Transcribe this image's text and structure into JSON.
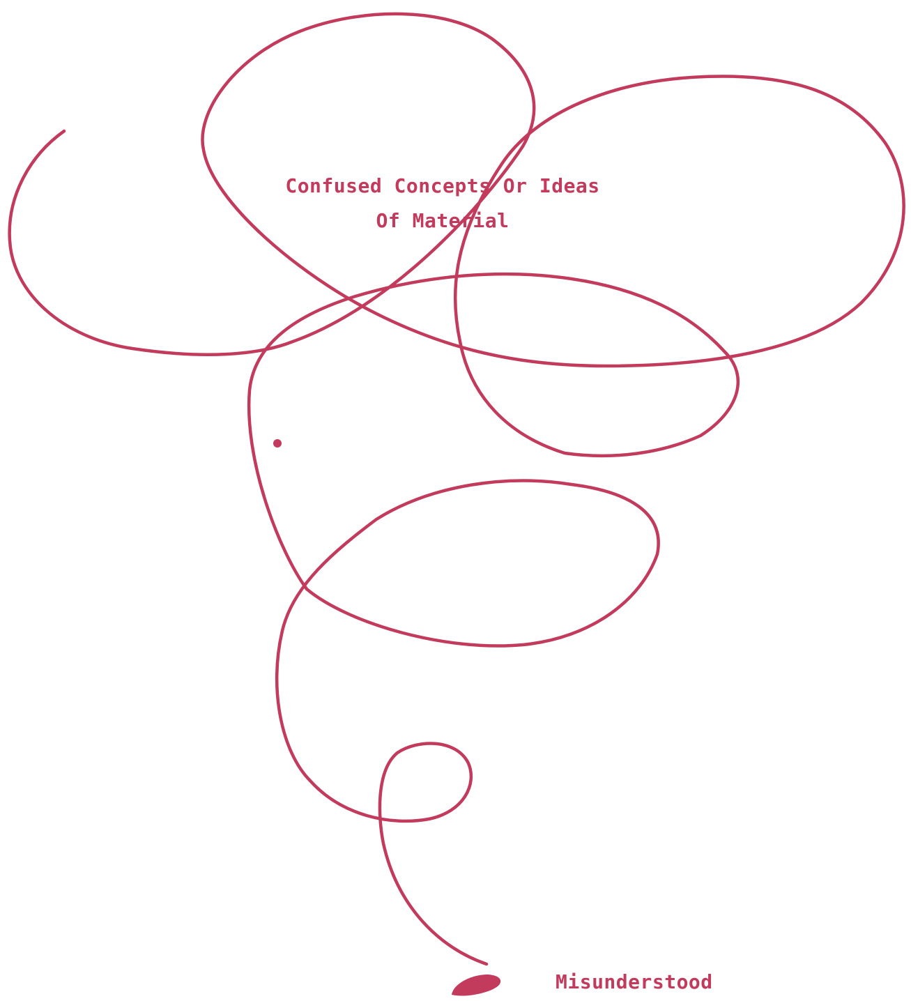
{
  "colors": {
    "ink": "#c23b5c",
    "background": "#ffffff"
  },
  "labels": {
    "top_line_1": "Confused Concepts Or Ideas",
    "top_line_2": "Of Material",
    "bottom": "Misunderstood"
  }
}
